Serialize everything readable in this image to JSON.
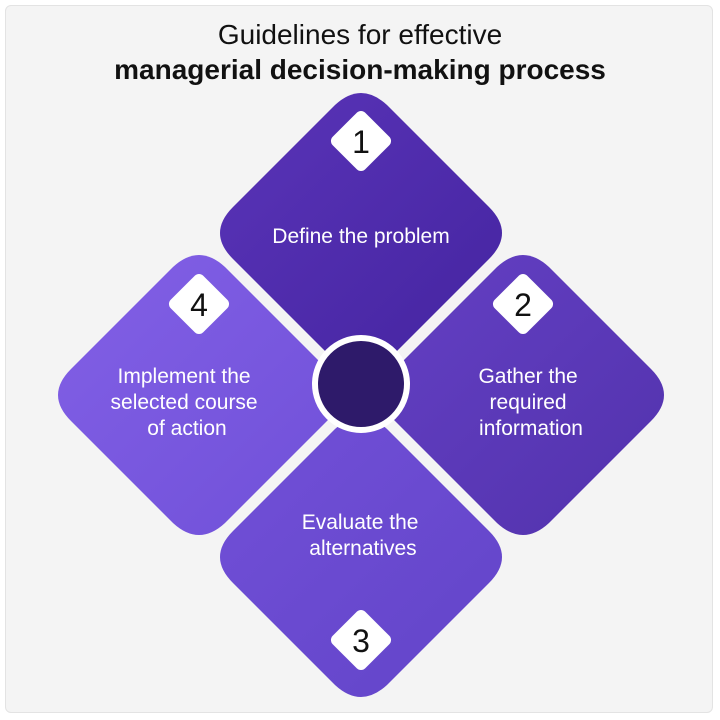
{
  "title": {
    "line1": "Guidelines for effective",
    "line2": "managerial decision-making process"
  },
  "colors": {
    "background": "#f4f4f4",
    "diamond_top": "#4d2aa6",
    "diamond_right": "#5a38b8",
    "diamond_bottom": "#6a4ad0",
    "diamond_left": "#7a58e0",
    "center_circle": "#2e1a6a",
    "number_badge": "#ffffff"
  },
  "steps": [
    {
      "number": "1",
      "lines": [
        "Define the problem"
      ]
    },
    {
      "number": "2",
      "lines": [
        "Gather the",
        "required",
        "information"
      ]
    },
    {
      "number": "3",
      "lines": [
        "Evaluate the",
        "alternatives"
      ]
    },
    {
      "number": "4",
      "lines": [
        "Implement the",
        "selected course",
        "of action"
      ]
    }
  ]
}
